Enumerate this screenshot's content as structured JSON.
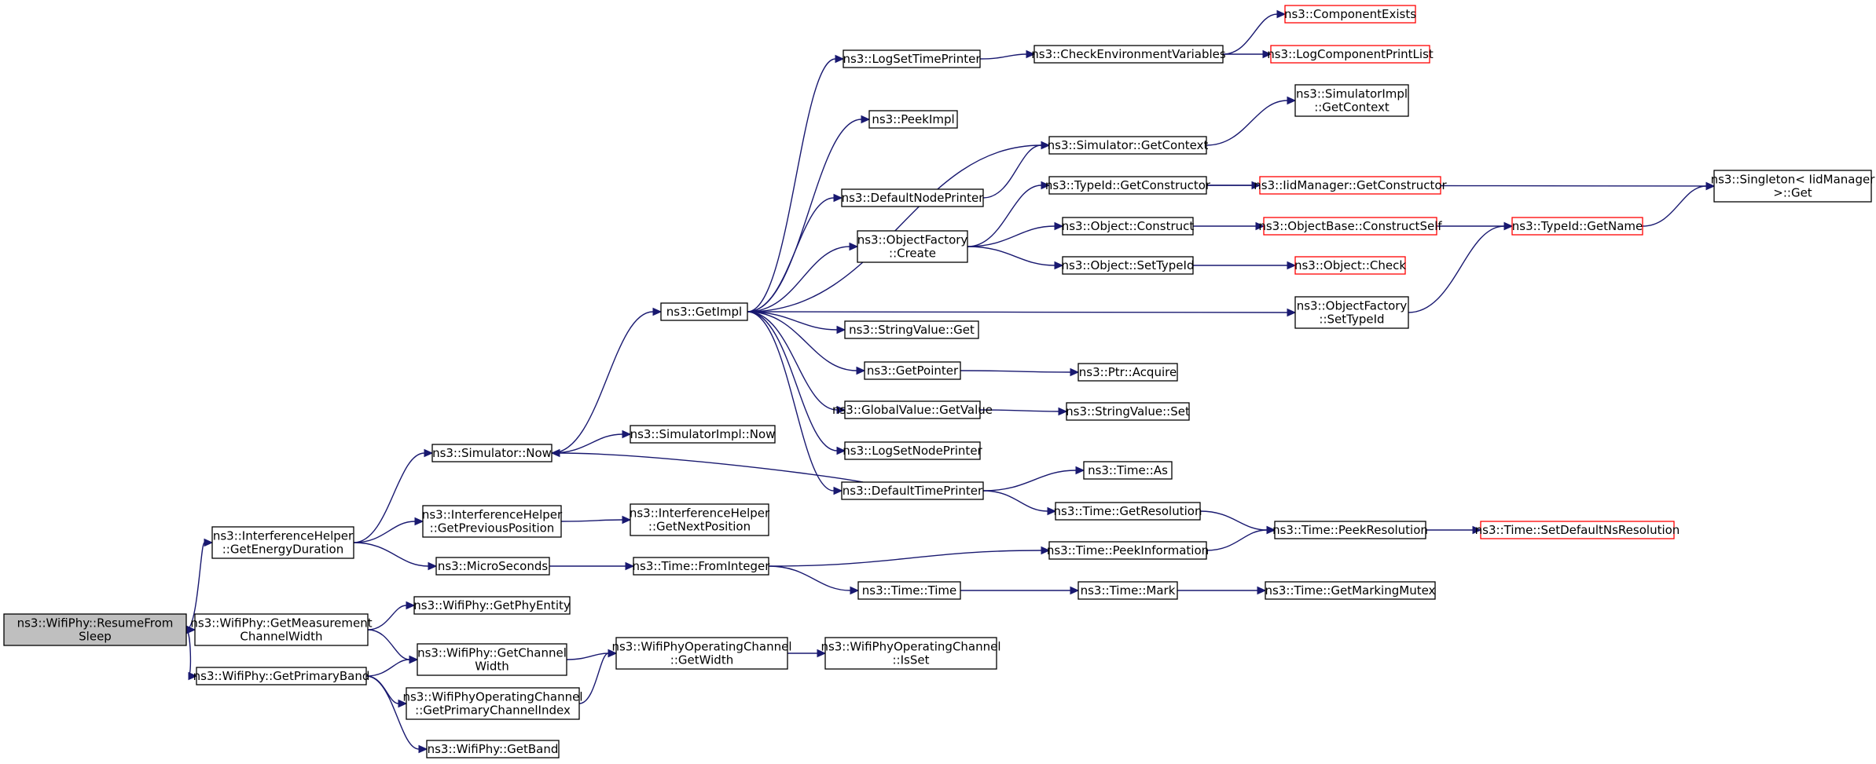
{
  "colors": {
    "edge": "#191970",
    "root_fill": "#bfbfbf",
    "truncated_border": "#ff0000",
    "node_border": "#000000"
  },
  "nodes": {
    "resume": {
      "lines": [
        "ns3::WifiPhy::ResumeFrom",
        "Sleep"
      ],
      "root": true
    },
    "ied": {
      "lines": [
        "ns3::InterferenceHelper",
        "::GetEnergyDuration"
      ]
    },
    "gmcw": {
      "lines": [
        "ns3::WifiPhy::GetMeasurement",
        "ChannelWidth"
      ]
    },
    "gpb": {
      "lines": [
        "ns3::WifiPhy::GetPrimaryBand"
      ]
    },
    "simnow": {
      "lines": [
        "ns3::Simulator::Now"
      ]
    },
    "igpp": {
      "lines": [
        "ns3::InterferenceHelper",
        "::GetPreviousPosition"
      ]
    },
    "micro": {
      "lines": [
        "ns3::MicroSeconds"
      ]
    },
    "gpe": {
      "lines": [
        "ns3::WifiPhy::GetPhyEntity"
      ]
    },
    "gcw": {
      "lines": [
        "ns3::WifiPhy::GetChannel",
        "Width"
      ]
    },
    "gpci": {
      "lines": [
        "ns3::WifiPhyOperatingChannel",
        "::GetPrimaryChannelIndex"
      ]
    },
    "gband": {
      "lines": [
        "ns3::WifiPhy::GetBand"
      ]
    },
    "getimpl": {
      "lines": [
        "ns3::GetImpl"
      ]
    },
    "siminow": {
      "lines": [
        "ns3::SimulatorImpl::Now"
      ]
    },
    "ignp": {
      "lines": [
        "ns3::InterferenceHelper",
        "::GetNextPosition"
      ]
    },
    "fromint": {
      "lines": [
        "ns3::Time::FromInteger"
      ]
    },
    "wocgw": {
      "lines": [
        "ns3::WifiPhyOperatingChannel",
        "::GetWidth"
      ]
    },
    "lstp": {
      "lines": [
        "ns3::LogSetTimePrinter"
      ]
    },
    "peek": {
      "lines": [
        "ns3::PeekImpl"
      ]
    },
    "dnp": {
      "lines": [
        "ns3::DefaultNodePrinter"
      ]
    },
    "ofc": {
      "lines": [
        "ns3::ObjectFactory",
        "::Create"
      ]
    },
    "svget": {
      "lines": [
        "ns3::StringValue::Get"
      ]
    },
    "getptr": {
      "lines": [
        "ns3::GetPointer"
      ]
    },
    "gvgv": {
      "lines": [
        "ns3::GlobalValue::GetValue"
      ]
    },
    "lsnp": {
      "lines": [
        "ns3::LogSetNodePrinter"
      ]
    },
    "dtp": {
      "lines": [
        "ns3::DefaultTimePrinter"
      ]
    },
    "ttime": {
      "lines": [
        "ns3::Time::Time"
      ]
    },
    "wocis": {
      "lines": [
        "ns3::WifiPhyOperatingChannel",
        "::IsSet"
      ]
    },
    "cev": {
      "lines": [
        "ns3::CheckEnvironmentVariables"
      ]
    },
    "sgc": {
      "lines": [
        "ns3::Simulator::GetContext"
      ]
    },
    "tigc": {
      "lines": [
        "ns3::TypeId::GetConstructor"
      ]
    },
    "oconst": {
      "lines": [
        "ns3::Object::Construct"
      ]
    },
    "oset": {
      "lines": [
        "ns3::Object::SetTypeId"
      ]
    },
    "pacq": {
      "lines": [
        "ns3::Ptr::Acquire"
      ]
    },
    "svset": {
      "lines": [
        "ns3::StringValue::Set"
      ]
    },
    "tas": {
      "lines": [
        "ns3::Time::As"
      ]
    },
    "tgres": {
      "lines": [
        "ns3::Time::GetResolution"
      ]
    },
    "tpi": {
      "lines": [
        "ns3::Time::PeekInformation"
      ]
    },
    "tmark": {
      "lines": [
        "ns3::Time::Mark"
      ]
    },
    "cexists": {
      "lines": [
        "ns3::ComponentExists"
      ],
      "truncated": true
    },
    "lcpl": {
      "lines": [
        "ns3::LogComponentPrintList"
      ],
      "truncated": true
    },
    "sigc": {
      "lines": [
        "ns3::SimulatorImpl",
        "::GetContext"
      ]
    },
    "imgc": {
      "lines": [
        "ns3::IidManager::GetConstructor"
      ],
      "truncated": true
    },
    "obcs": {
      "lines": [
        "ns3::ObjectBase::ConstructSelf"
      ],
      "truncated": true
    },
    "ocheck": {
      "lines": [
        "ns3::Object::Check"
      ],
      "truncated": true
    },
    "ofst": {
      "lines": [
        "ns3::ObjectFactory",
        "::SetTypeId"
      ]
    },
    "tpr": {
      "lines": [
        "ns3::Time::PeekResolution"
      ]
    },
    "tgmm": {
      "lines": [
        "ns3::Time::GetMarkingMutex"
      ]
    },
    "tign": {
      "lines": [
        "ns3::TypeId::GetName"
      ],
      "truncated": true
    },
    "tsdnr": {
      "lines": [
        "ns3::Time::SetDefaultNsResolution"
      ],
      "truncated": true
    },
    "sing": {
      "lines": [
        "ns3::Singleton< IidManager",
        " >::Get"
      ]
    }
  },
  "edges": [
    [
      "resume",
      "ied"
    ],
    [
      "resume",
      "gmcw"
    ],
    [
      "resume",
      "gpb"
    ],
    [
      "ied",
      "simnow"
    ],
    [
      "ied",
      "igpp"
    ],
    [
      "ied",
      "micro"
    ],
    [
      "gmcw",
      "gpe"
    ],
    [
      "gmcw",
      "gcw"
    ],
    [
      "gpb",
      "gcw"
    ],
    [
      "gpb",
      "gpci"
    ],
    [
      "gpb",
      "gband"
    ],
    [
      "simnow",
      "getimpl"
    ],
    [
      "simnow",
      "siminow"
    ],
    [
      "igpp",
      "ignp"
    ],
    [
      "micro",
      "fromint"
    ],
    [
      "gcw",
      "wocgw"
    ],
    [
      "gpci",
      "wocgw"
    ],
    [
      "wocgw",
      "wocis"
    ],
    [
      "getimpl",
      "lstp"
    ],
    [
      "getimpl",
      "peek"
    ],
    [
      "getimpl",
      "sgc"
    ],
    [
      "getimpl",
      "dnp"
    ],
    [
      "getimpl",
      "ofc"
    ],
    [
      "getimpl",
      "ofst"
    ],
    [
      "getimpl",
      "svget"
    ],
    [
      "getimpl",
      "getptr"
    ],
    [
      "getimpl",
      "gvgv"
    ],
    [
      "getimpl",
      "lsnp"
    ],
    [
      "getimpl",
      "dtp"
    ],
    [
      "lstp",
      "cev"
    ],
    [
      "cev",
      "cexists"
    ],
    [
      "cev",
      "lcpl"
    ],
    [
      "sgc",
      "sigc"
    ],
    [
      "dnp",
      "sgc"
    ],
    [
      "ofc",
      "tigc"
    ],
    [
      "ofc",
      "oconst"
    ],
    [
      "ofc",
      "oset"
    ],
    [
      "tigc",
      "imgc"
    ],
    [
      "tigc",
      "sing"
    ],
    [
      "oconst",
      "obcs"
    ],
    [
      "obcs",
      "tign"
    ],
    [
      "oset",
      "ocheck"
    ],
    [
      "ofst",
      "tign"
    ],
    [
      "tign",
      "sing"
    ],
    [
      "getptr",
      "pacq"
    ],
    [
      "gvgv",
      "svset"
    ],
    [
      "dtp",
      "simnow"
    ],
    [
      "dtp",
      "tas"
    ],
    [
      "dtp",
      "tgres"
    ],
    [
      "tgres",
      "tpr"
    ],
    [
      "tpi",
      "tpr"
    ],
    [
      "tpr",
      "tsdnr"
    ],
    [
      "fromint",
      "tpi"
    ],
    [
      "fromint",
      "ttime"
    ],
    [
      "ttime",
      "tmark"
    ],
    [
      "tmark",
      "tgmm"
    ]
  ]
}
